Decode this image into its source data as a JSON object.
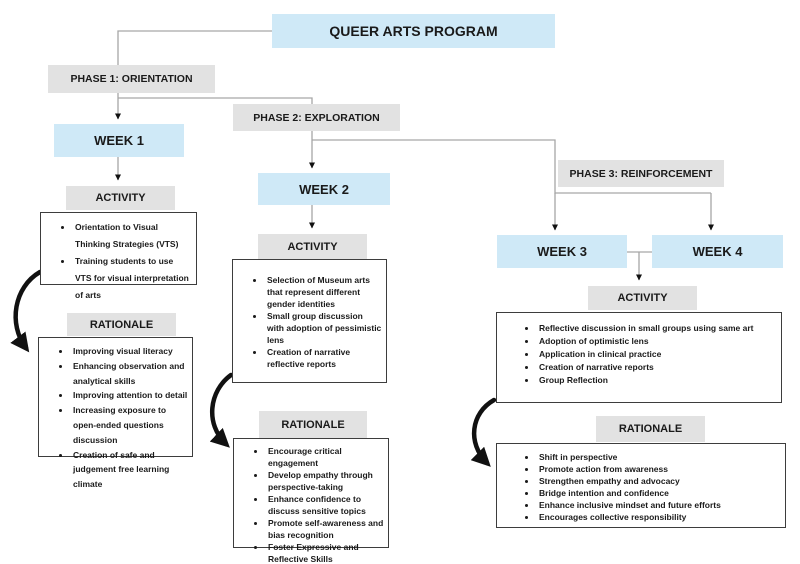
{
  "title": "QUEER ARTS PROGRAM",
  "phases": {
    "phase1": "PHASE 1: ORIENTATION",
    "phase2": "PHASE 2: EXPLORATION",
    "phase3": "PHASE 3: REINFORCEMENT"
  },
  "weeks": {
    "week1": "WEEK 1",
    "week2": "WEEK 2",
    "week3": "WEEK 3",
    "week4": "WEEK 4"
  },
  "sections": {
    "week1": {
      "activity": {
        "header": "ACTIVITY",
        "items": [
          "Orientation to Visual Thinking Strategies (VTS)",
          "Training students to use VTS for visual interpretation of arts"
        ]
      },
      "rationale": {
        "header": "RATIONALE",
        "items": [
          "Improving visual literacy",
          "Enhancing observation and analytical skills",
          "Improving attention to detail",
          "Increasing exposure to open-ended questions discussion",
          "Creation of safe and judgement free learning climate"
        ]
      }
    },
    "week2": {
      "activity": {
        "header": "ACTIVITY",
        "items": [
          "Selection of Museum arts that represent different gender identities",
          "Small group discussion with adoption of pessimistic lens",
          "Creation of narrative reflective reports"
        ]
      },
      "rationale": {
        "header": "RATIONALE",
        "items": [
          "Encourage critical engagement",
          "Develop empathy through perspective-taking",
          "Enhance confidence to discuss sensitive topics",
          "Promote self-awareness and bias recognition",
          "Foster Expressive and Reflective Skills"
        ]
      }
    },
    "weeks34": {
      "activity": {
        "header": "ACTIVITY",
        "items": [
          "Reflective discussion in small groups using same art",
          "Adoption of optimistic lens",
          "Application in clinical practice",
          "Creation of narrative reports",
          "Group Reflection"
        ]
      },
      "rationale": {
        "header": "RATIONALE",
        "items": [
          "Shift in perspective",
          "Promote action from awareness",
          "Strengthen empathy and advocacy",
          "Bridge intention and confidence",
          "Enhance inclusive mindset and future efforts",
          "Encourages collective responsibility"
        ]
      }
    }
  },
  "colors": {
    "node_blue": "#cfe9f7",
    "node_gray": "#e2e2e2",
    "connector_gray": "#a6a6a6",
    "arrow_black": "#111111",
    "text": "#1a1a1a",
    "background": "#ffffff"
  }
}
